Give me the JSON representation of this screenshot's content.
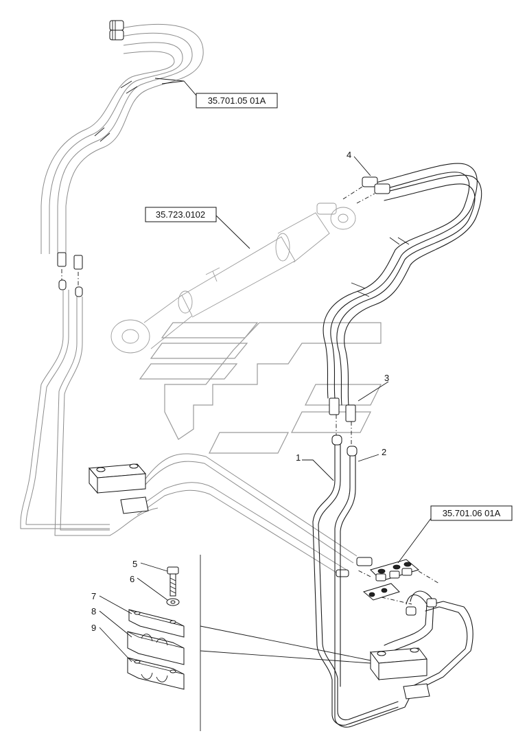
{
  "references": {
    "ref_top": "35.701.05 01A",
    "ref_cylinder": "35.723.0102",
    "ref_right": "35.701.06 01A"
  },
  "callouts": {
    "c1": "1",
    "c2": "2",
    "c3": "3",
    "c4": "4",
    "c5": "5",
    "c6": "6",
    "c7": "7",
    "c8": "8",
    "c9": "9"
  }
}
